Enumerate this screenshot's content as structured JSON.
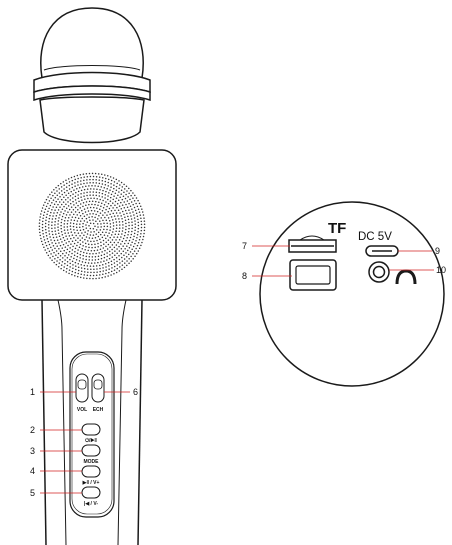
{
  "callouts": {
    "n1": "1",
    "n2": "2",
    "n3": "3",
    "n4": "4",
    "n5": "5",
    "n6": "6",
    "n7": "7",
    "n8": "8",
    "n9": "9",
    "n10": "10"
  },
  "button_labels": {
    "vol": "VOL",
    "ech": "ECH",
    "power_play": "⏻/▶‖",
    "mode": "MODE",
    "play_vol_up": "▶‖ / V+",
    "prev_vol_down": "|◀ / V-"
  },
  "port_labels": {
    "tf": "TF",
    "dc": "DC 5V"
  },
  "icons": {
    "headphone": "headphone-icon"
  },
  "colors": {
    "line": "#1a1a1a",
    "callout_leader": "#d02020"
  }
}
